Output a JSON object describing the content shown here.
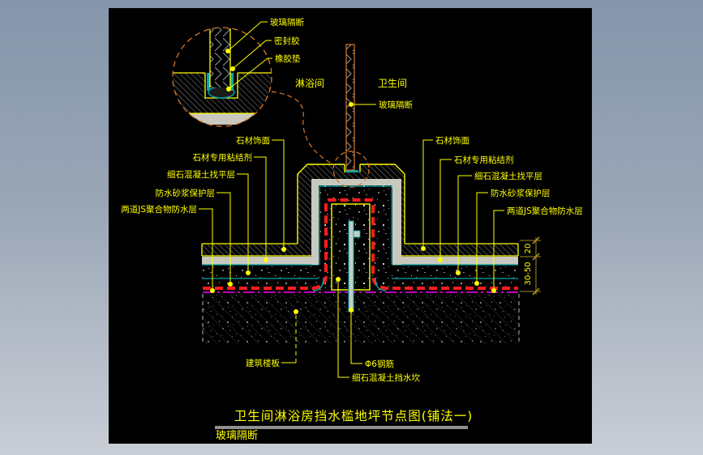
{
  "window": {
    "background_top": "#8496ab",
    "background_bottom": "#c9ced6",
    "canvas_color": "#000000"
  },
  "colors": {
    "line_yellow": "#ffff00",
    "callout_orange": "#d9782a",
    "waterproof_red": "#ff1c1c",
    "slab_line_magenta": "#ff00ff",
    "sealant_teal": "#00a8a8",
    "adhesive_gray": "#c9c8bf",
    "dimension_olive": "#a58b25",
    "title_underline_gray": "#909090"
  },
  "drawing": {
    "title": "卫生间淋浴房挡水槛地坪节点图(铺法一)",
    "next_sheet_label": "玻璃隔断",
    "rooms": {
      "shower": "淋浴间",
      "toilet": "卫生间"
    },
    "glass_partition": "玻璃隔断",
    "detail_callout": {
      "glass_partition": "玻璃隔断",
      "sealant": "密封胶",
      "rubber_pad": "橡胶垫"
    },
    "floor_layers": [
      "石材饰面",
      "石材专用粘结剂",
      "细石混凝土找平层",
      "防水砂浆保护层",
      "两道JS聚合物防水层"
    ],
    "bottom_callouts": {
      "slab": "建筑楼板",
      "rebar": "Φ6钢筋",
      "curb": "细石混凝土挡水坎"
    },
    "dimensions": {
      "finish_layer": "20",
      "screed_layer": "30-50"
    }
  }
}
